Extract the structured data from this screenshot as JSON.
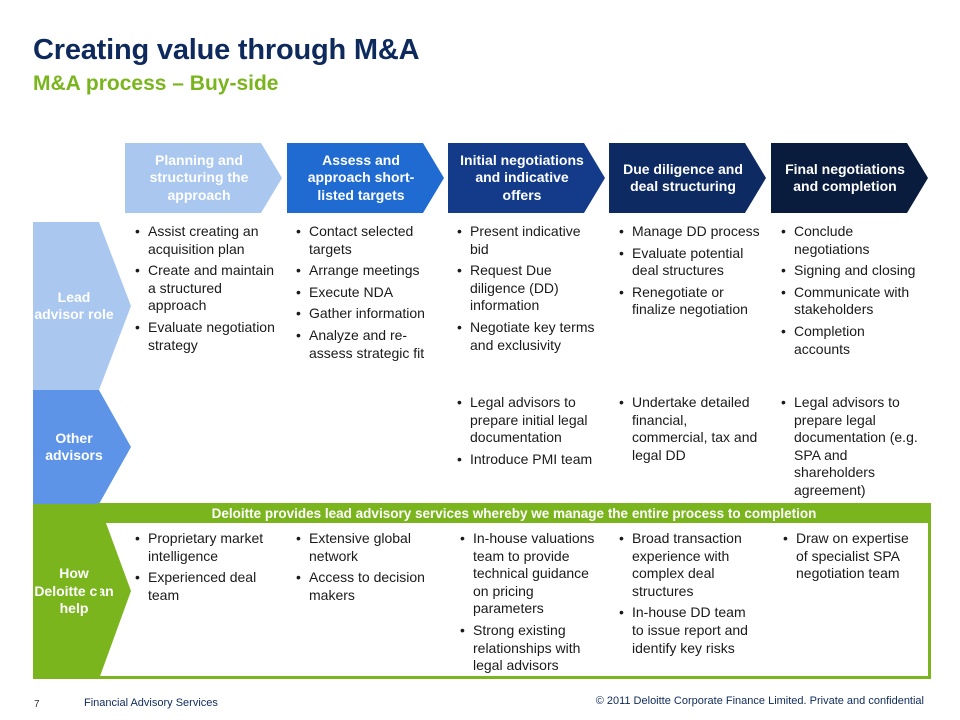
{
  "title": "Creating value through M&A",
  "subtitle": "M&A process – Buy-side",
  "colors": {
    "navy": "#0e2a5c",
    "green": "#7ab51d",
    "stage1": "#a9c7ef",
    "stage2": "#1f6bd1",
    "stage3": "#133b8a",
    "stage4": "#0d2a63",
    "stage5": "#0a1c3e",
    "row_lead": "#a9c7ef",
    "row_other": "#5d94e8",
    "row_deloitte": "#7ab51d"
  },
  "stages": [
    {
      "label": "Planning and structuring the approach"
    },
    {
      "label": "Assess and approach short-listed targets"
    },
    {
      "label": "Initial negotiations and indicative offers"
    },
    {
      "label": "Due diligence  and deal structuring"
    },
    {
      "label": "Final negotiations and completion"
    }
  ],
  "rows": {
    "lead": {
      "label": "Lead advisor role"
    },
    "other": {
      "label": "Other advisors"
    },
    "deloitte": {
      "label": "How Deloitte can help"
    }
  },
  "lead_advisor": [
    [
      "Assist creating an acquisition plan",
      "Create and maintain a structured approach",
      "Evaluate negotiation strategy"
    ],
    [
      "Contact selected targets",
      "Arrange meetings",
      "Execute NDA",
      "Gather information",
      "Analyze and re-assess strategic fit"
    ],
    [
      "Present indicative bid",
      "Request Due diligence (DD) information",
      "Negotiate key terms and exclusivity"
    ],
    [
      "Manage DD process",
      "Evaluate potential deal structures",
      "Renegotiate or finalize negotiation"
    ],
    [
      "Conclude negotiations",
      "Signing and closing",
      "Communicate with stakeholders",
      "Completion accounts"
    ]
  ],
  "other_advisors": [
    [],
    [],
    [
      "Legal advisors to prepare initial legal documentation",
      "Introduce PMI team"
    ],
    [
      "Undertake detailed financial, commercial, tax and legal DD"
    ],
    [
      "Legal advisors to prepare legal documentation (e.g. SPA and shareholders agreement)"
    ]
  ],
  "banner": "Deloitte provides lead advisory services whereby we manage the entire process to completion",
  "deloitte_help": [
    [
      "Proprietary market intelligence",
      "Experienced deal team"
    ],
    [
      "Extensive global network",
      "Access to decision makers"
    ],
    [
      "In-house valuations team to provide technical guidance on pricing parameters",
      "Strong existing relationships with legal advisors"
    ],
    [
      "Broad transaction experience with complex deal structures",
      "In-house DD team to issue report and identify key risks"
    ],
    [
      "Draw on expertise of specialist SPA negotiation team"
    ]
  ],
  "footer": {
    "page": "7",
    "left": "Financial Advisory Services",
    "right": "© 2011 Deloitte Corporate Finance Limited. Private and confidential"
  }
}
